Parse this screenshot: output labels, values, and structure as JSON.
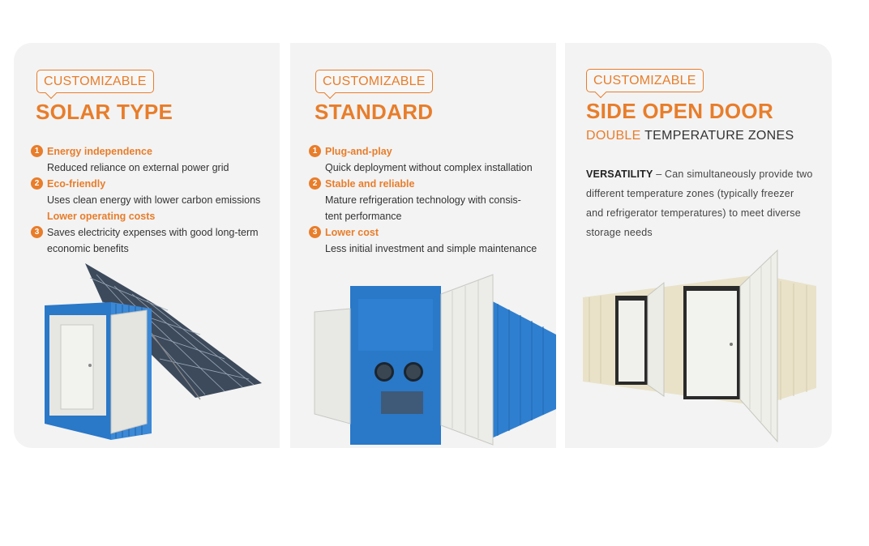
{
  "cards": [
    {
      "badge": "CUSTOMIZABLE",
      "title": "SOLAR TYPE",
      "features": [
        {
          "num": "1",
          "head": "Energy independence",
          "desc": "Reduced reliance on external power grid"
        },
        {
          "num": "2",
          "head": "Eco-friendly",
          "desc": "Uses clean energy with lower carbon emissions"
        },
        {
          "num": "",
          "head": "Lower operating costs",
          "desc": ""
        },
        {
          "num": "3",
          "head": "",
          "desc": "Saves electricity expenses with good long-term",
          "desc2": "economic benefits"
        }
      ]
    },
    {
      "badge": "CUSTOMIZABLE",
      "title": "STANDARD",
      "features": [
        {
          "num": "1",
          "head": "Plug-and-play",
          "desc": "Quick deployment without complex installation"
        },
        {
          "num": "2",
          "head": "Stable and reliable",
          "desc": "Mature refrigeration technology with consis-",
          "desc2": "tent performance"
        },
        {
          "num": "3",
          "head": "Lower cost",
          "desc": "Less initial investment and simple maintenance"
        }
      ]
    },
    {
      "badge": "CUSTOMIZABLE",
      "title": "SIDE OPEN DOOR",
      "subtitle_accent": "DOUBLE",
      "subtitle_rest": " TEMPERATURE ZONES",
      "versatility_label": "VERSATILITY",
      "versatility_text": " – Can simultaneously provide two different temperature zones (typically freezer and refrigerator temperatures) to meet diverse storage needs"
    }
  ],
  "colors": {
    "accent": "#e87d2a",
    "card_bg": "#f3f3f3",
    "container_blue": "#2a78c8",
    "container_beige": "#e9e2c9"
  }
}
